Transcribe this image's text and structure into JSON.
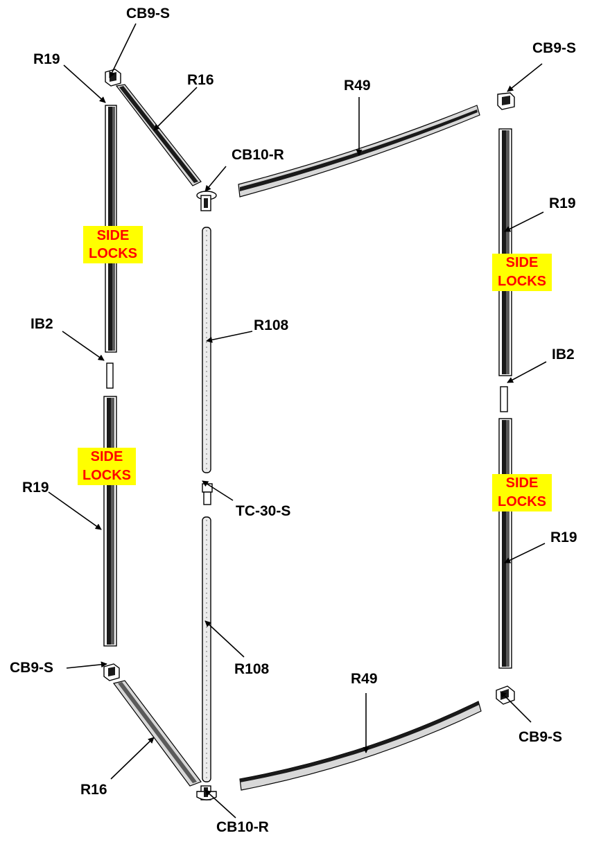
{
  "colors": {
    "lock_text": "#ff0000",
    "lock_highlight": "#ffff00",
    "ink": "#000000"
  },
  "labels": {
    "cb9s_top_left": "CB9-S",
    "r19_top_left": "R19",
    "r16_top": "R16",
    "r49_top": "R49",
    "cb9s_top_right": "CB9-S",
    "cb10r_top": "CB10-R",
    "r19_upper_right": "R19",
    "r108_upper": "R108",
    "ib2_left": "IB2",
    "ib2_right": "IB2",
    "r19_lower_left": "R19",
    "tc30s": "TC-30-S",
    "r19_lower_right": "R19",
    "cb9s_bottom_left": "CB9-S",
    "r108_lower": "R108",
    "r49_bottom": "R49",
    "cb9s_bottom_right": "CB9-S",
    "r16_bottom": "R16",
    "cb10r_bottom": "CB10-R"
  },
  "side_locks": [
    {
      "line1": "SIDE",
      "line2": "LOCKS"
    },
    {
      "line1": "SIDE",
      "line2": "LOCKS"
    },
    {
      "line1": "SIDE",
      "line2": "LOCKS"
    },
    {
      "line1": "SIDE",
      "line2": "LOCKS"
    }
  ]
}
